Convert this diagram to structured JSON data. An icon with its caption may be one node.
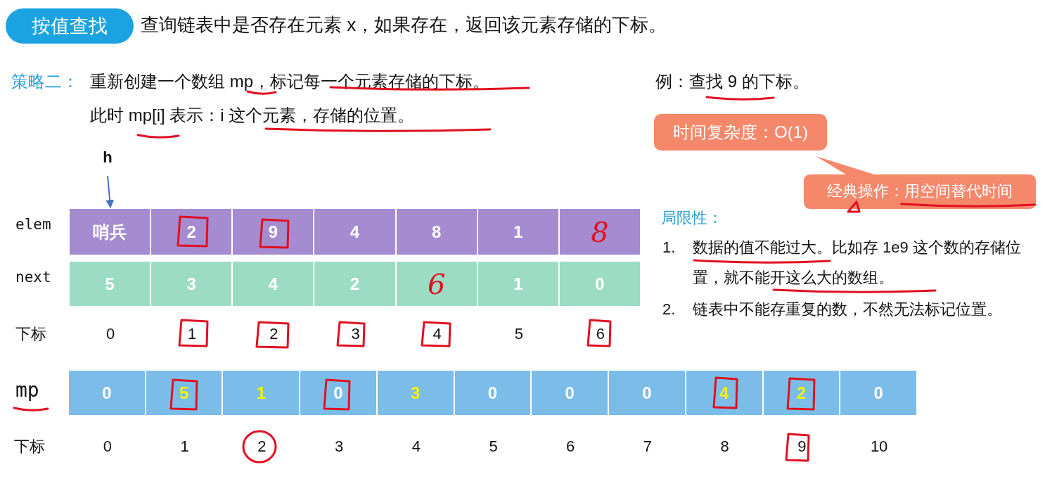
{
  "diagram": {
    "title": "按值查找",
    "nodes": [
      {
        "text": [
          "时间复杂度：O(1)"
        ]
      },
      {
        "text": [
          "经典操作：用空间替代时间"
        ]
      },
      {
        "text": [
          "h"
        ]
      },
      {
        "text": [
          "哨兵"
        ]
      },
      {
        "text": [
          "2"
        ]
      },
      {
        "text": [
          "9"
        ]
      },
      {
        "text": [
          "4"
        ]
      },
      {
        "text": [
          "8"
        ]
      },
      {
        "text": [
          "1"
        ]
      },
      {
        "text": [
          "8"
        ]
      },
      {
        "text": [
          "5"
        ]
      },
      {
        "text": [
          "3"
        ]
      },
      {
        "text": [
          "4"
        ]
      },
      {
        "text": [
          "2"
        ]
      },
      {
        "text": [
          "6"
        ]
      },
      {
        "text": [
          "1"
        ]
      },
      {
        "text": [
          "0"
        ]
      },
      {
        "text": [
          "0"
        ]
      },
      {
        "text": [
          "5"
        ]
      },
      {
        "text": [
          "1"
        ]
      },
      {
        "text": [
          "0"
        ]
      },
      {
        "text": [
          "3"
        ]
      },
      {
        "text": [
          "0"
        ]
      },
      {
        "text": [
          "0"
        ]
      },
      {
        "text": [
          "0"
        ]
      },
      {
        "text": [
          "4"
        ]
      },
      {
        "text": [
          "2"
        ]
      },
      {
        "text": [
          "0"
        ]
      }
    ],
    "edges": [
      {
        "from": 2,
        "to": 3,
        "arrow": "to"
      }
    ],
    "labels": [
      "查询链表中是否存在元素 x，如果存在，返回该元素存储的下标。",
      "策略二：",
      "重新创建一个数组 mp，标记每一个元素存储的下标。",
      "例：查找 9 的下标。",
      "此时 mp[i] 表示：i 这个元素，存储的位置。",
      "elem",
      "局限性：",
      "1.",
      "数据的值不能过大。比如存 1e9 这个数的存储位置，就不能开这么大的数组。",
      "next",
      "2.",
      "链表中不能存重复的数，不然无法标记位置。",
      "下标",
      "0",
      "1",
      "2",
      "3",
      "4",
      "5",
      "6",
      "mp",
      "下标",
      "0",
      "1",
      "2",
      "3",
      "4",
      "5",
      "6",
      "7",
      "8",
      "9",
      "10"
    ]
  }
}
